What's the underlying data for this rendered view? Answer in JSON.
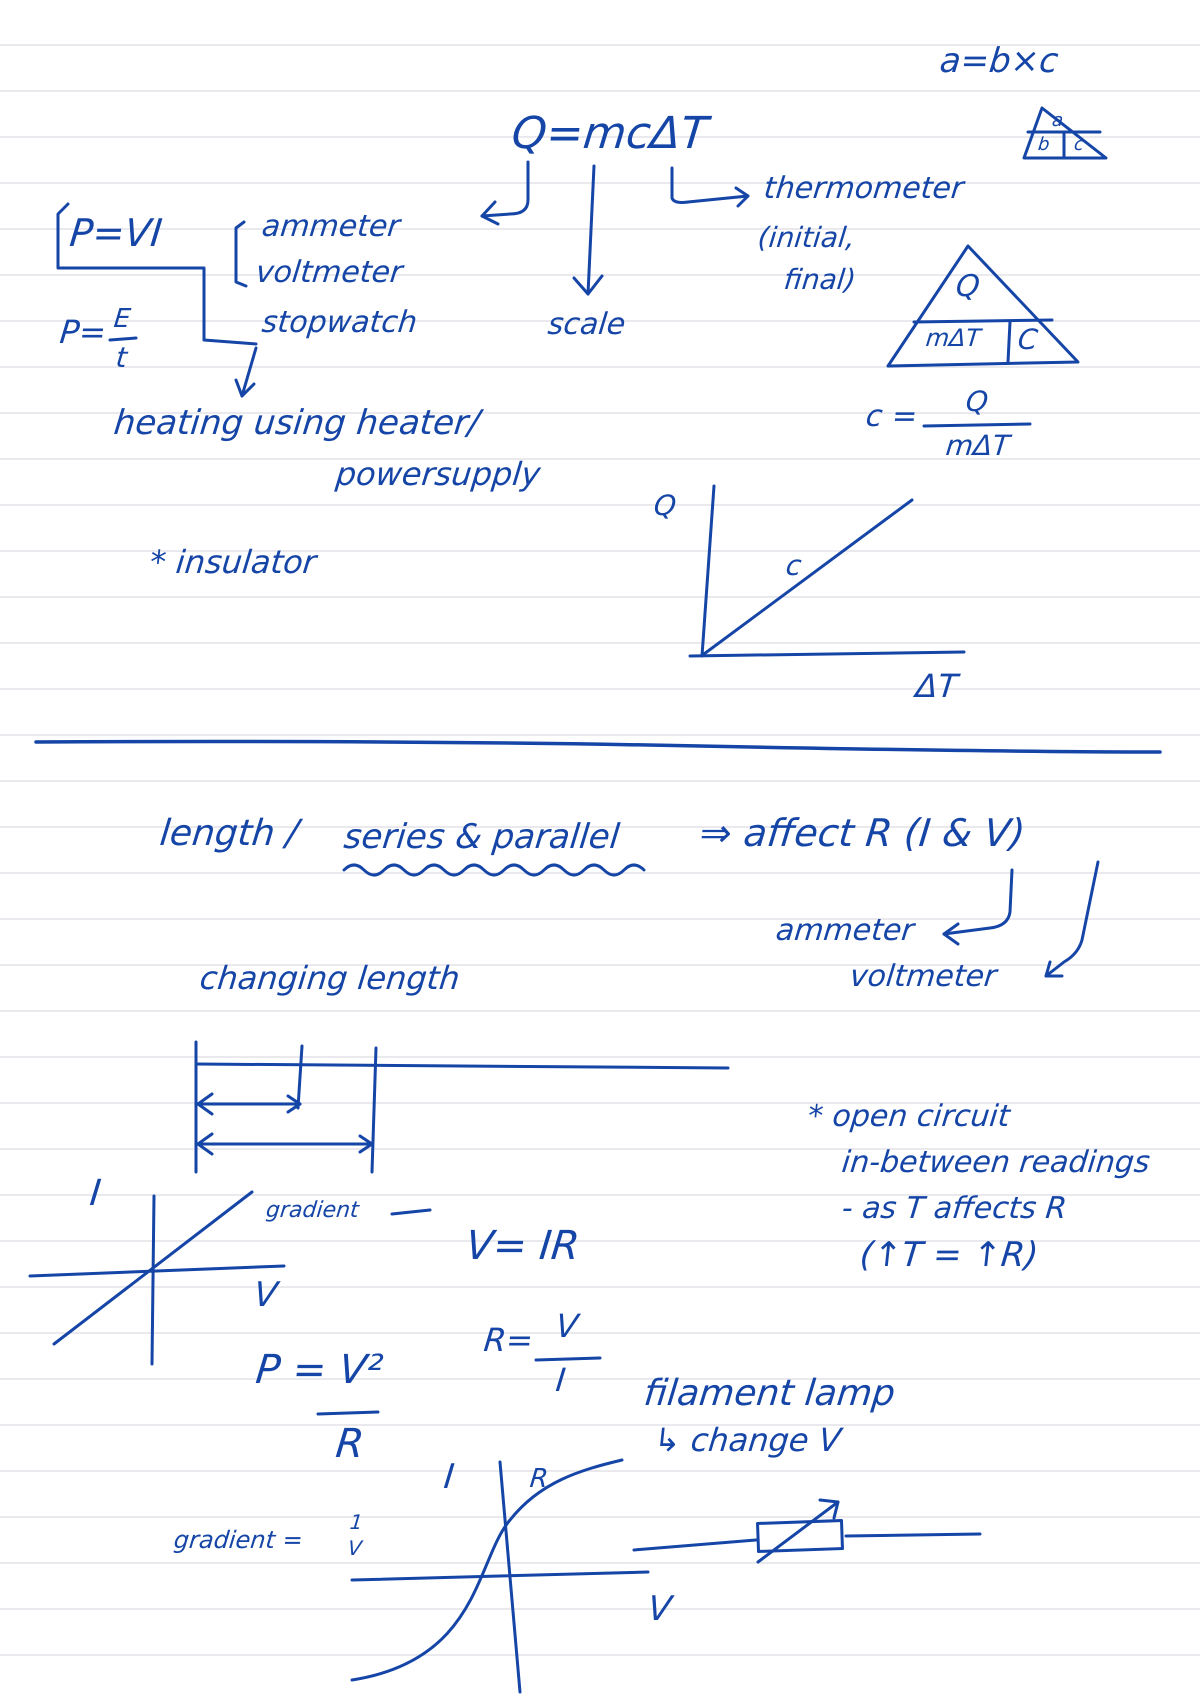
{
  "page": {
    "ink_color": "#1545a6",
    "rule_color": "#e9e9ee",
    "background": "#ffffff"
  },
  "top": {
    "formula_abc": "a=b×c",
    "tri_small_a": "a",
    "tri_small_b": "b",
    "tri_small_c": "c",
    "main_formula": "Q=mcΔT",
    "thermometer": "thermometer",
    "initial": "(initial,",
    "final": "final)",
    "p_vi": "P=VI",
    "ammeter": "ammeter",
    "voltmeter": "voltmeter",
    "stopwatch": "stopwatch",
    "scale": "scale",
    "p_equals": "P=",
    "p_num": "E",
    "p_den": "t",
    "heating": "heating using heater/",
    "powersupply": "powersupply",
    "insulator": "* insulator",
    "tri_q": "Q",
    "tri_mdt": "mΔT",
    "tri_c": "C",
    "c_equals": "c =",
    "c_num": "Q",
    "c_den": "mΔT",
    "graph_y": "Q",
    "graph_slope": "c",
    "graph_x": "ΔT"
  },
  "bottom": {
    "length": "length /",
    "series": "series & parallel",
    "affect": "⇒ affect R  (I & V)",
    "ammeter": "ammeter",
    "voltmeter": "voltmeter",
    "changing_length": "changing length",
    "note_line1": "* open circuit",
    "note_line2": "in-between readings",
    "note_line3": "- as T affects R",
    "note_line4": "(↑T = ↑R)",
    "axis_i": "I",
    "axis_v": "V",
    "gradient_label": "gradient",
    "ohm_law": "V= IR",
    "r_equals": "R=",
    "r_num": "V",
    "r_den": "I",
    "power_num": "P = V²",
    "power_den": "R",
    "filament": "filament lamp",
    "change_v": "↳ change V",
    "fil_axis_i": "I",
    "fil_axis_r": "R",
    "grad_eq": "gradient =",
    "grad_num": "1",
    "grad_den": "V",
    "fil_axis_v": "V"
  }
}
